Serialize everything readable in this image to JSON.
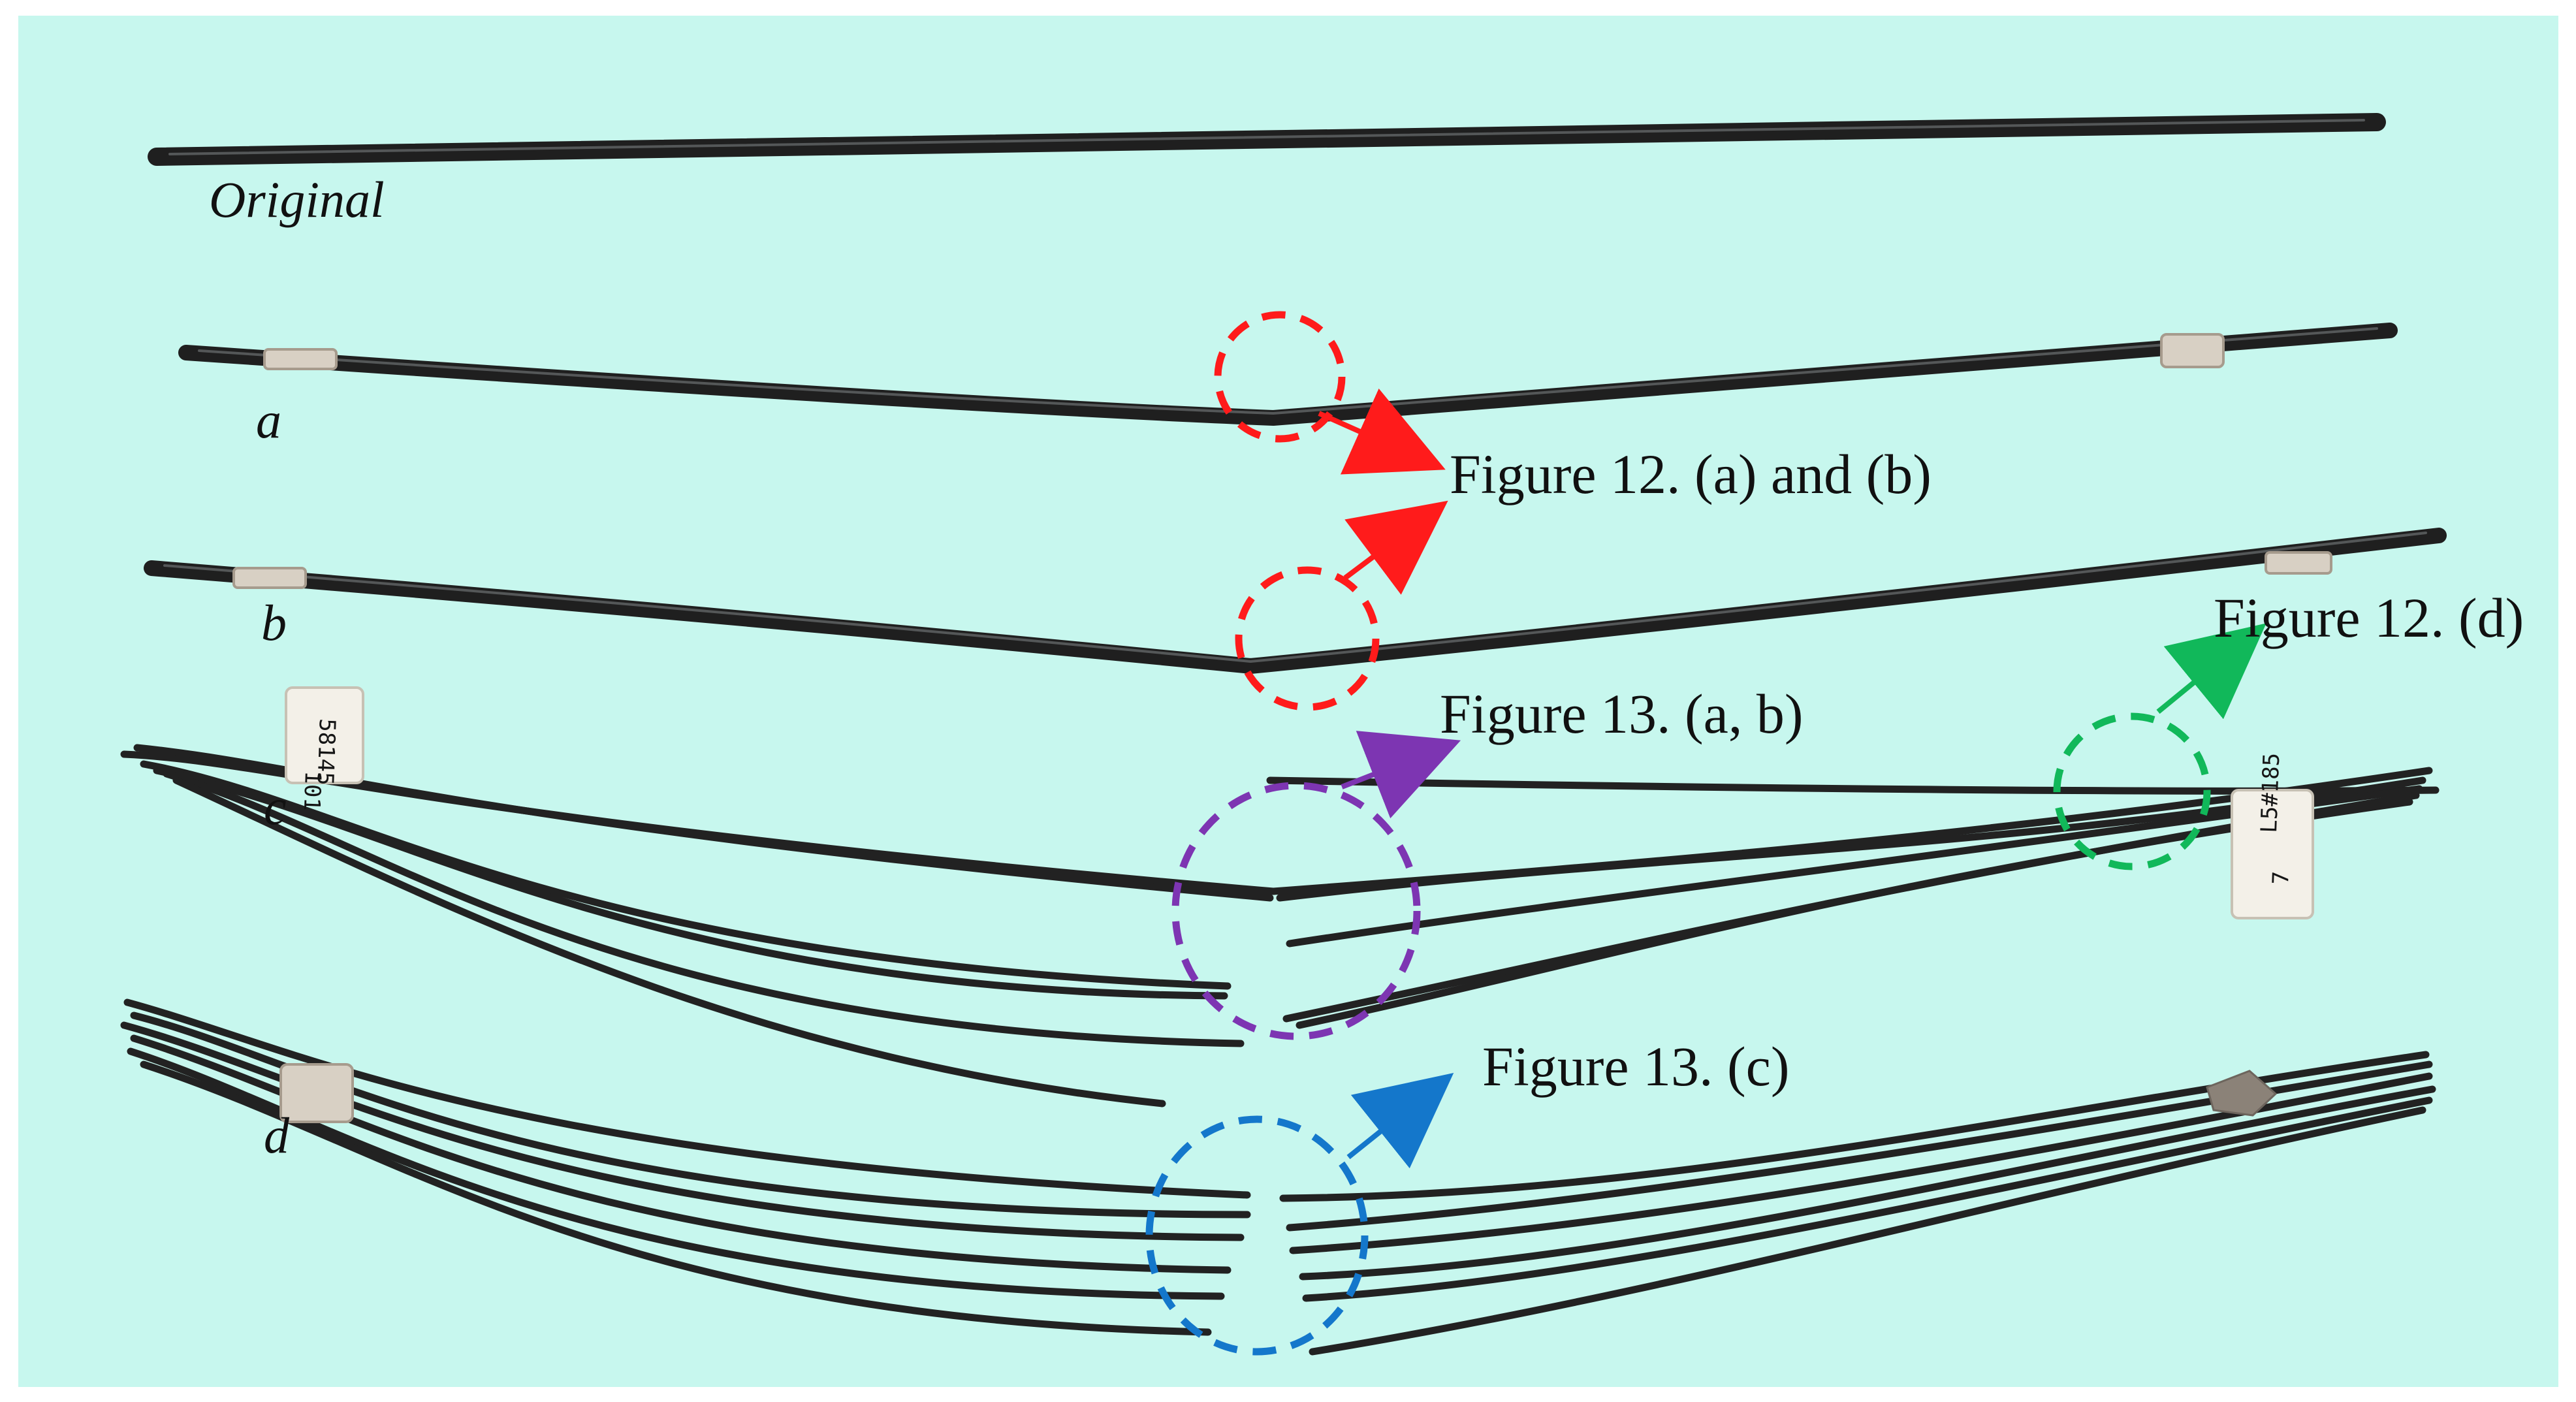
{
  "figure": {
    "colors": {
      "background": "#c7f7ee",
      "outer_background": "#ffffff",
      "red_marker": "#ff1b1b",
      "purple_marker": "#7d35b2",
      "green_marker": "#11b85a",
      "blue_marker": "#1477cb",
      "strand": "#1f1f1f"
    },
    "labels": {
      "original": "Original",
      "a": "a",
      "b": "b",
      "c": "c",
      "d": "d"
    },
    "callouts": {
      "fig12_ab": "Figure 12. (a) and (b)",
      "fig12_d": "Figure 12. (d)",
      "fig13_ab": "Figure 13. (a, b)",
      "fig13_c": "Figure 13. (c)"
    },
    "tags": {
      "left_tag_top": "58145",
      "left_tag_bottom": "101",
      "right_tag_top": "L5#185",
      "right_tag_bottom": "7"
    },
    "icons": {
      "red_circle": "dashed-circle-icon",
      "purple_circle": "dashed-circle-icon",
      "green_circle": "dashed-circle-icon",
      "blue_circle": "dashed-circle-icon",
      "arrow": "arrow-icon"
    }
  }
}
